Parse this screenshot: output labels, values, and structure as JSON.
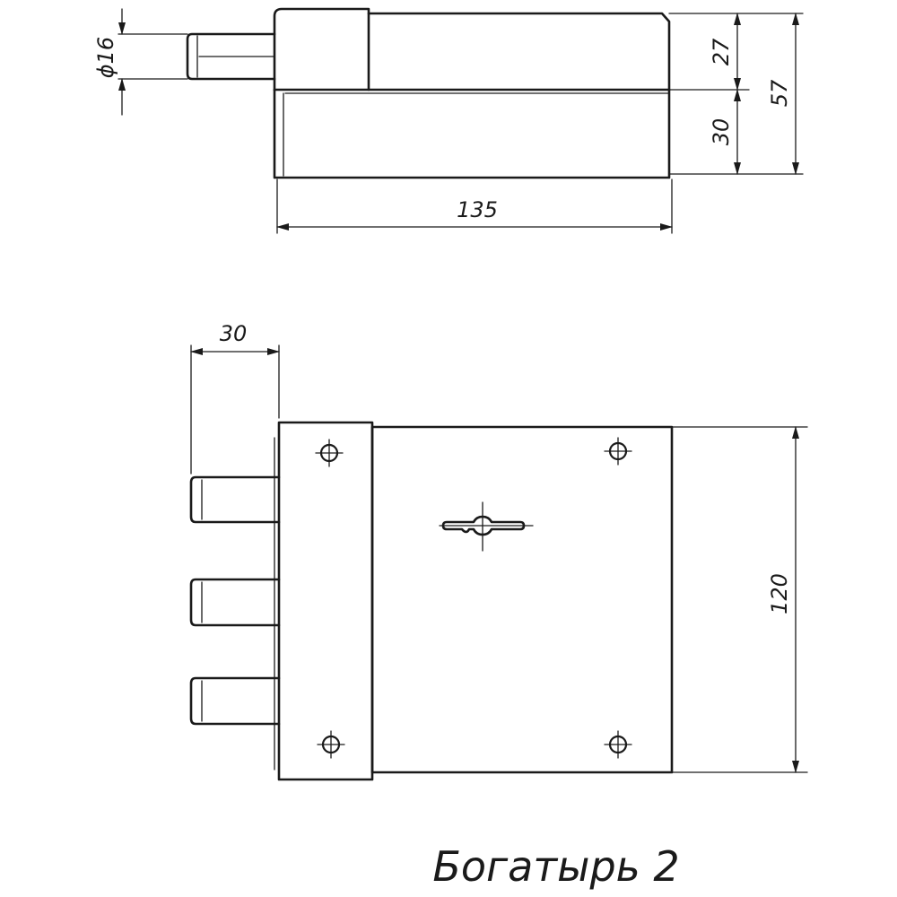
{
  "dimensions": {
    "pin_diameter": "ϕ16",
    "upper_height": "27",
    "total_height": "57",
    "lower_height": "30",
    "length": "135",
    "bolt_projection": "30",
    "body_height": "120"
  },
  "caption": "Богатырь 2"
}
